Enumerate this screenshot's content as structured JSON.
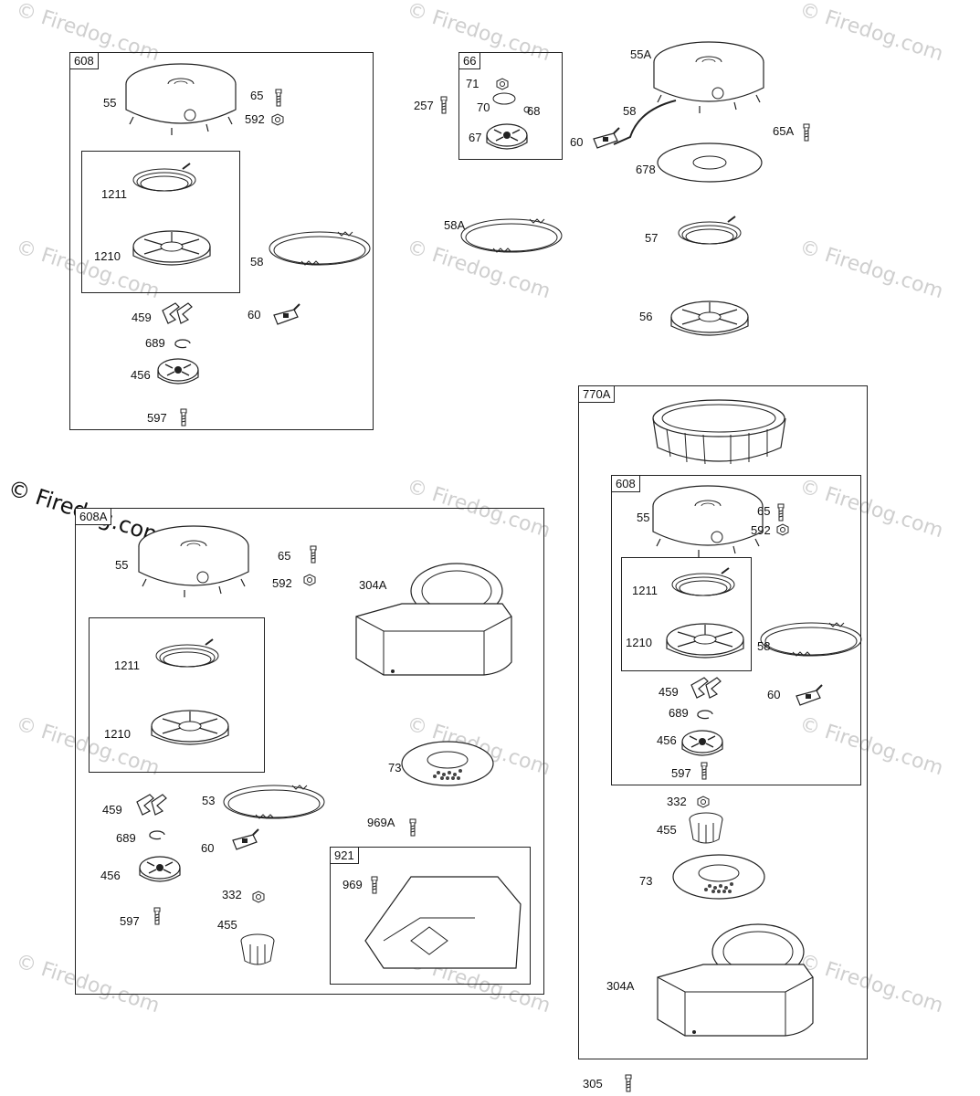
{
  "watermark": {
    "text": "© Firedog.com"
  },
  "groups": {
    "g608_top": {
      "code": "608"
    },
    "g66": {
      "code": "66"
    },
    "g608a": {
      "code": "608A"
    },
    "g921": {
      "code": "921"
    },
    "g770a": {
      "code": "770A"
    },
    "g608_inner": {
      "code": "608"
    }
  },
  "labels": {
    "t55": "55",
    "t65": "65",
    "t592": "592",
    "t1211": "1211",
    "t1210": "1210",
    "t58": "58",
    "t459": "459",
    "t60": "60",
    "t689": "689",
    "t456": "456",
    "t597": "597",
    "t257": "257",
    "t71": "71",
    "t70": "70",
    "t68": "68",
    "t67": "67",
    "t55a": "55A",
    "t58b": "58",
    "t60b": "60",
    "t65a": "65A",
    "t678": "678",
    "t58a": "58A",
    "t57": "57",
    "t56": "56",
    "b55": "55",
    "b65": "65",
    "b592": "592",
    "b304a": "304A",
    "b1211": "1211",
    "b1210": "1210",
    "b73": "73",
    "b459": "459",
    "b53": "53",
    "b689": "689",
    "b60": "60",
    "b969a": "969A",
    "b456": "456",
    "b332": "332",
    "b597": "597",
    "b455": "455",
    "b969": "969",
    "r55": "55",
    "r65": "65",
    "r592": "592",
    "r1211": "1211",
    "r1210": "1210",
    "r58": "58",
    "r459": "459",
    "r60": "60",
    "r689": "689",
    "r456": "456",
    "r597": "597",
    "r332": "332",
    "r455": "455",
    "r73": "73",
    "r304a": "304A",
    "r305": "305"
  }
}
